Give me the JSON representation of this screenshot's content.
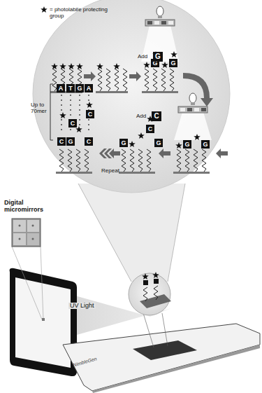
{
  "diagram": {
    "nodes": [
      {
        "text": [
          "G"
        ]
      },
      {
        "text": [
          "C"
        ]
      }
    ],
    "labels": [
      "Add",
      "Add",
      "Up to 70mer",
      "Repeat",
      "Digital micromirrors",
      "UV Light",
      "NimbleGen",
      "A",
      "T",
      "G",
      "A",
      "C",
      "C",
      "C",
      "G",
      "C",
      "C",
      "G",
      "G",
      "G",
      "G",
      "G",
      "G"
    ],
    "legend": [
      {
        "text": "= photolabile protecting group"
      }
    ]
  }
}
